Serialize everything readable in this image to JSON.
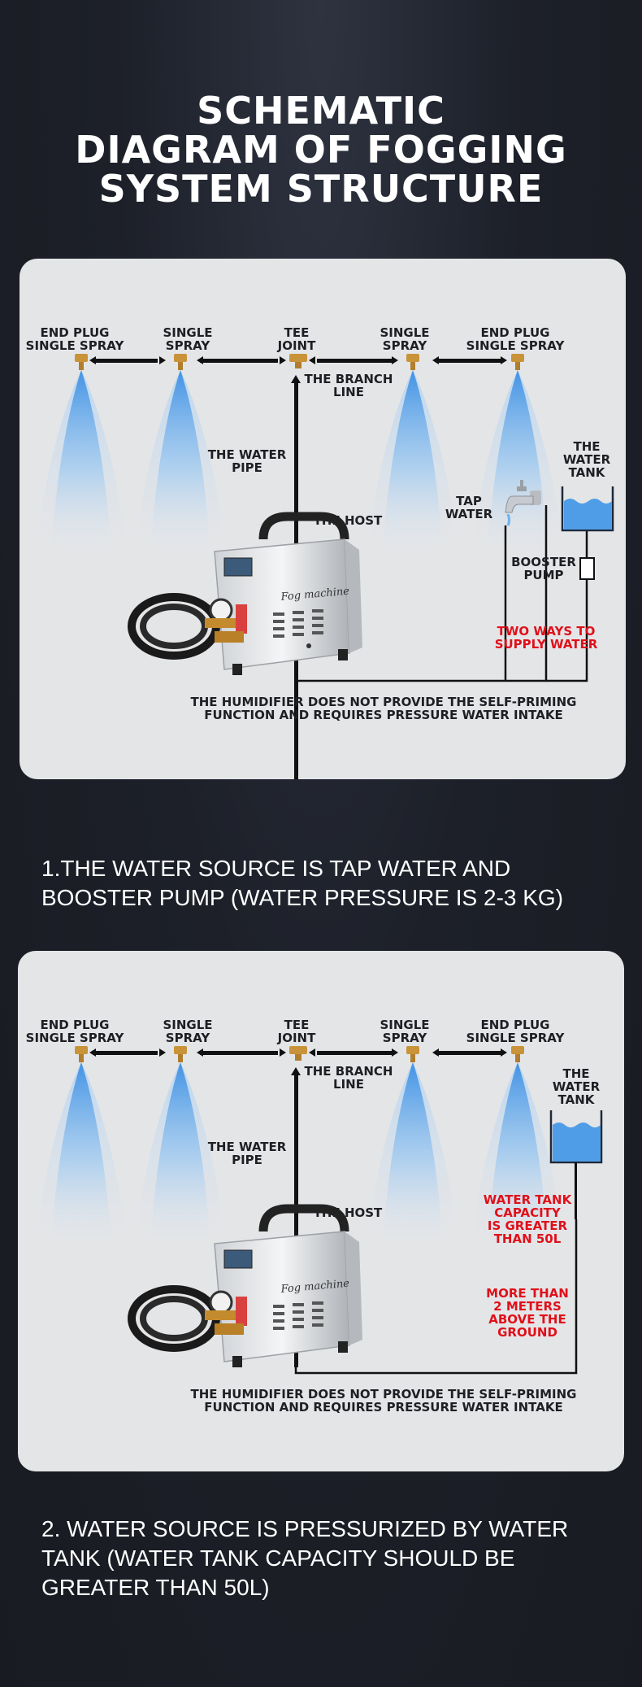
{
  "title": {
    "line1": "SCHEMATIC",
    "line2": "DIAGRAM OF FOGGING",
    "line3": "SYSTEM STRUCTURE"
  },
  "diagram1": {
    "end_plug_l1": "END PLUG",
    "end_plug_l2": "SINGLE SPRAY",
    "single_l1": "SINGLE",
    "single_l2": "SPRAY",
    "tee_l1": "TEE",
    "tee_l2": "JOINT",
    "single2_l1": "SINGLE",
    "single2_l2": "SPRAY",
    "end_plug2_l1": "END PLUG",
    "end_plug2_l2": "SINGLE SPRAY",
    "branch_l1": "THE BRANCH",
    "branch_l2": "LINE",
    "pipe_l1": "THE WATER",
    "pipe_l2": "PIPE",
    "host": "THE HOST",
    "machine_brand": "Fog machine",
    "tank_l1": "THE",
    "tank_l2": "WATER",
    "tank_l3": "TANK",
    "tap_l1": "TAP",
    "tap_l2": "WATER",
    "booster_l1": "BOOSTER",
    "booster_l2": "PUMP",
    "red_l1": "TWO WAYS TO",
    "red_l2": "SUPPLY WATER",
    "note_l1": "THE HUMIDIFIER DOES NOT PROVIDE THE SELF-PRIMING",
    "note_l2": "FUNCTION AND REQUIRES PRESSURE WATER INTAKE"
  },
  "caption1": {
    "line1": "1.THE WATER SOURCE IS TAP WATER AND",
    "line2": "BOOSTER PUMP (WATER PRESSURE IS 2-3 KG)"
  },
  "diagram2": {
    "end_plug_l1": "END PLUG",
    "end_plug_l2": "SINGLE SPRAY",
    "single_l1": "SINGLE",
    "single_l2": "SPRAY",
    "tee_l1": "TEE",
    "tee_l2": "JOINT",
    "single2_l1": "SINGLE",
    "single2_l2": "SPRAY",
    "end_plug2_l1": "END PLUG",
    "end_plug2_l2": "SINGLE SPRAY",
    "branch_l1": "THE BRANCH",
    "branch_l2": "LINE",
    "pipe_l1": "THE WATER",
    "pipe_l2": "PIPE",
    "host": "THE HOST",
    "machine_brand": "Fog machine",
    "tank_l1": "THE",
    "tank_l2": "WATER",
    "tank_l3": "TANK",
    "cap_l1": "WATER TANK",
    "cap_l2": "CAPACITY",
    "cap_l3": "IS GREATER",
    "cap_l4": "THAN 50L",
    "height_l1": "MORE THAN",
    "height_l2": "2 METERS",
    "height_l3": "ABOVE THE",
    "height_l4": "GROUND",
    "note_l1": "THE HUMIDIFIER DOES NOT PROVIDE THE SELF-PRIMING",
    "note_l2": "FUNCTION AND REQUIRES PRESSURE WATER INTAKE"
  },
  "caption2": {
    "line1": "2. WATER SOURCE IS PRESSURIZED BY WATER",
    "line2": "TANK (WATER TANK CAPACITY SHOULD BE",
    "line3": "GREATER THAN 50L)"
  },
  "colors": {
    "background": "#1d2029",
    "panel": "#e4e5e7",
    "accent_red": "#e0101a",
    "water_blue": "#4f9de6"
  }
}
